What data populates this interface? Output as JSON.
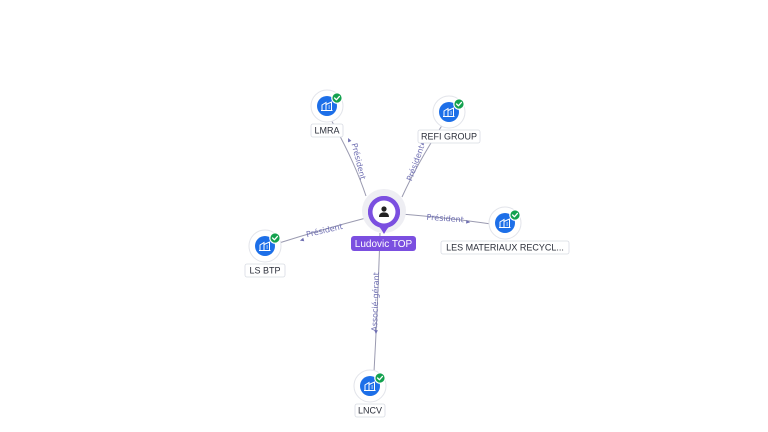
{
  "person": {
    "name": "Ludovic TOP",
    "icon": "person-icon",
    "color": "#7b4fe0"
  },
  "companies": [
    {
      "id": "lmra",
      "name": "LMRA",
      "verified": true,
      "icon": "building-icon"
    },
    {
      "id": "refi-group",
      "name": "REFI GROUP",
      "verified": true,
      "icon": "building-icon"
    },
    {
      "id": "les-materiaux-recycl",
      "name": "LES MATERIAUX RECYCL...",
      "verified": true,
      "icon": "building-icon"
    },
    {
      "id": "ls-btp",
      "name": "LS BTP",
      "verified": true,
      "icon": "building-icon"
    },
    {
      "id": "lncv",
      "name": "LNCV",
      "verified": true,
      "icon": "building-icon"
    }
  ],
  "relations": [
    {
      "to": "lmra",
      "label": "Président"
    },
    {
      "to": "refi-group",
      "label": "Président"
    },
    {
      "to": "les-materiaux-recycl",
      "label": "Président"
    },
    {
      "to": "ls-btp",
      "label": "Président"
    },
    {
      "to": "lncv",
      "label": "Associé-gérant"
    }
  ],
  "colors": {
    "company_node": "#1d6fe8",
    "verified_badge": "#13a14e",
    "edge_label": "#6f6fb2"
  }
}
